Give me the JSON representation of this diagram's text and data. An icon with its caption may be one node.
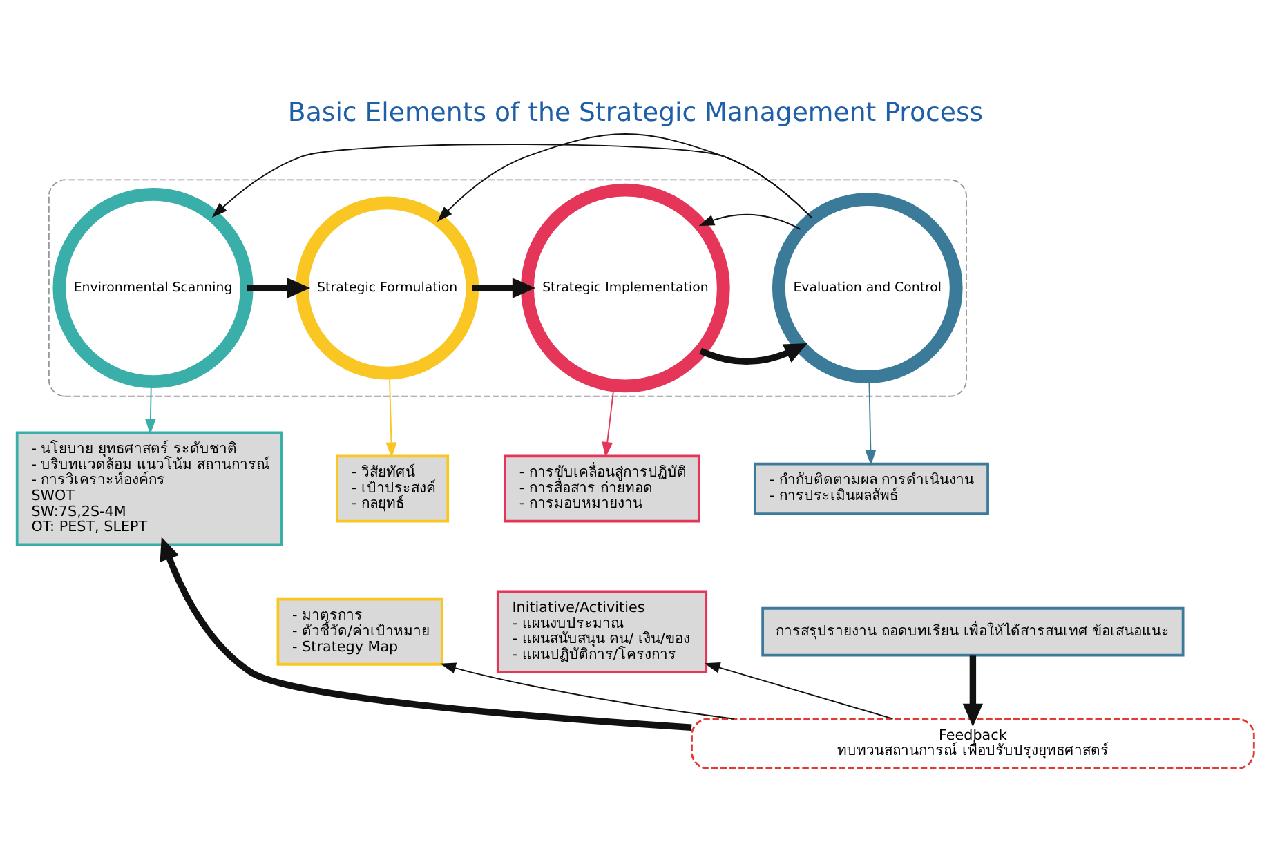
{
  "diagram": {
    "title": "Basic Elements of the Strategic Management Process",
    "nodes": [
      {
        "text": [],
        "shape": "box"
      },
      {
        "text": [
          "Environmental Scanning"
        ],
        "in": 0
      },
      {
        "text": [
          "Strategic Formulation"
        ],
        "in": 0
      },
      {
        "text": [
          "Strategic Implementation"
        ],
        "in": 0
      },
      {
        "text": [
          "Evaluation and Control"
        ],
        "in": 0
      },
      {
        "text": [
          "- นโยบาย ยุทธศาสตร์ ระดับชาติ",
          "- บริบทแวดล้อม แนวโน้ม สถานการณ์",
          "- การวิเคราะห์องค์กร",
          "SWOT",
          "SW:7S,2S-4M",
          "OT: PEST, SLEPT"
        ]
      },
      {
        "text": [
          "- วิสัยทัศน์",
          "- เป้าประสงค์",
          "- กลยุทธ์"
        ]
      },
      {
        "text": [
          "- มาตรการ",
          "- ตัวชี้วัด/ค่าเป้าหมาย",
          "- Strategy Map"
        ]
      },
      {
        "text": [
          "- การขับเคลื่อนสู่การปฏิบัติ",
          "- การสื่อสาร ถ่ายทอด",
          "- การมอบหมายงาน"
        ]
      },
      {
        "text": [
          "Initiative/Activities",
          "- แผนงบประมาณ",
          "- แผนสนับสนุน คน/ เงิน/ของ",
          "- แผนปฏิบัติการ/โครงการ"
        ]
      },
      {
        "text": [
          "- กำกับติดตามผล การดำเนินงาน",
          "- การประเมินผลลัพธ์"
        ]
      },
      {
        "text": [
          "การสรุปรายงาน ถอดบทเรียน เพื่อให้ได้สารสนเทศ ข้อเสนอแนะ"
        ]
      },
      {
        "text": [
          "Feedback",
          "ทบทวนสถานการณ์ เพื่อปรับปรุงยุทธศาสตร์"
        ]
      }
    ],
    "edges": [
      {
        "from": 1,
        "to": 2,
        "arrow": "to",
        "style": "thick"
      },
      {
        "from": 2,
        "to": 3,
        "arrow": "to",
        "style": "thick"
      },
      {
        "from": 3,
        "to": 4,
        "arrow": "to",
        "style": "thick"
      },
      {
        "from": 4,
        "to": 1,
        "arrow": "to"
      },
      {
        "from": 4,
        "to": 2,
        "arrow": "to"
      },
      {
        "from": 4,
        "to": 3,
        "arrow": "to"
      },
      {
        "from": 1,
        "to": 5,
        "arrow": "to",
        "color": "#3aafa9"
      },
      {
        "from": 2,
        "to": 6,
        "arrow": "to",
        "color": "#f9c623"
      },
      {
        "from": 3,
        "to": 8,
        "arrow": "to",
        "color": "#e5365a"
      },
      {
        "from": 4,
        "to": 10,
        "arrow": "to",
        "color": "#3b7a99"
      },
      {
        "from": 11,
        "to": 12,
        "arrow": "to",
        "style": "thick"
      },
      {
        "from": 12,
        "to": 7,
        "arrow": "to"
      },
      {
        "from": 12,
        "to": 9,
        "arrow": "to"
      },
      {
        "from": 12,
        "to": 5,
        "arrow": "to",
        "style": "thick"
      }
    ]
  }
}
